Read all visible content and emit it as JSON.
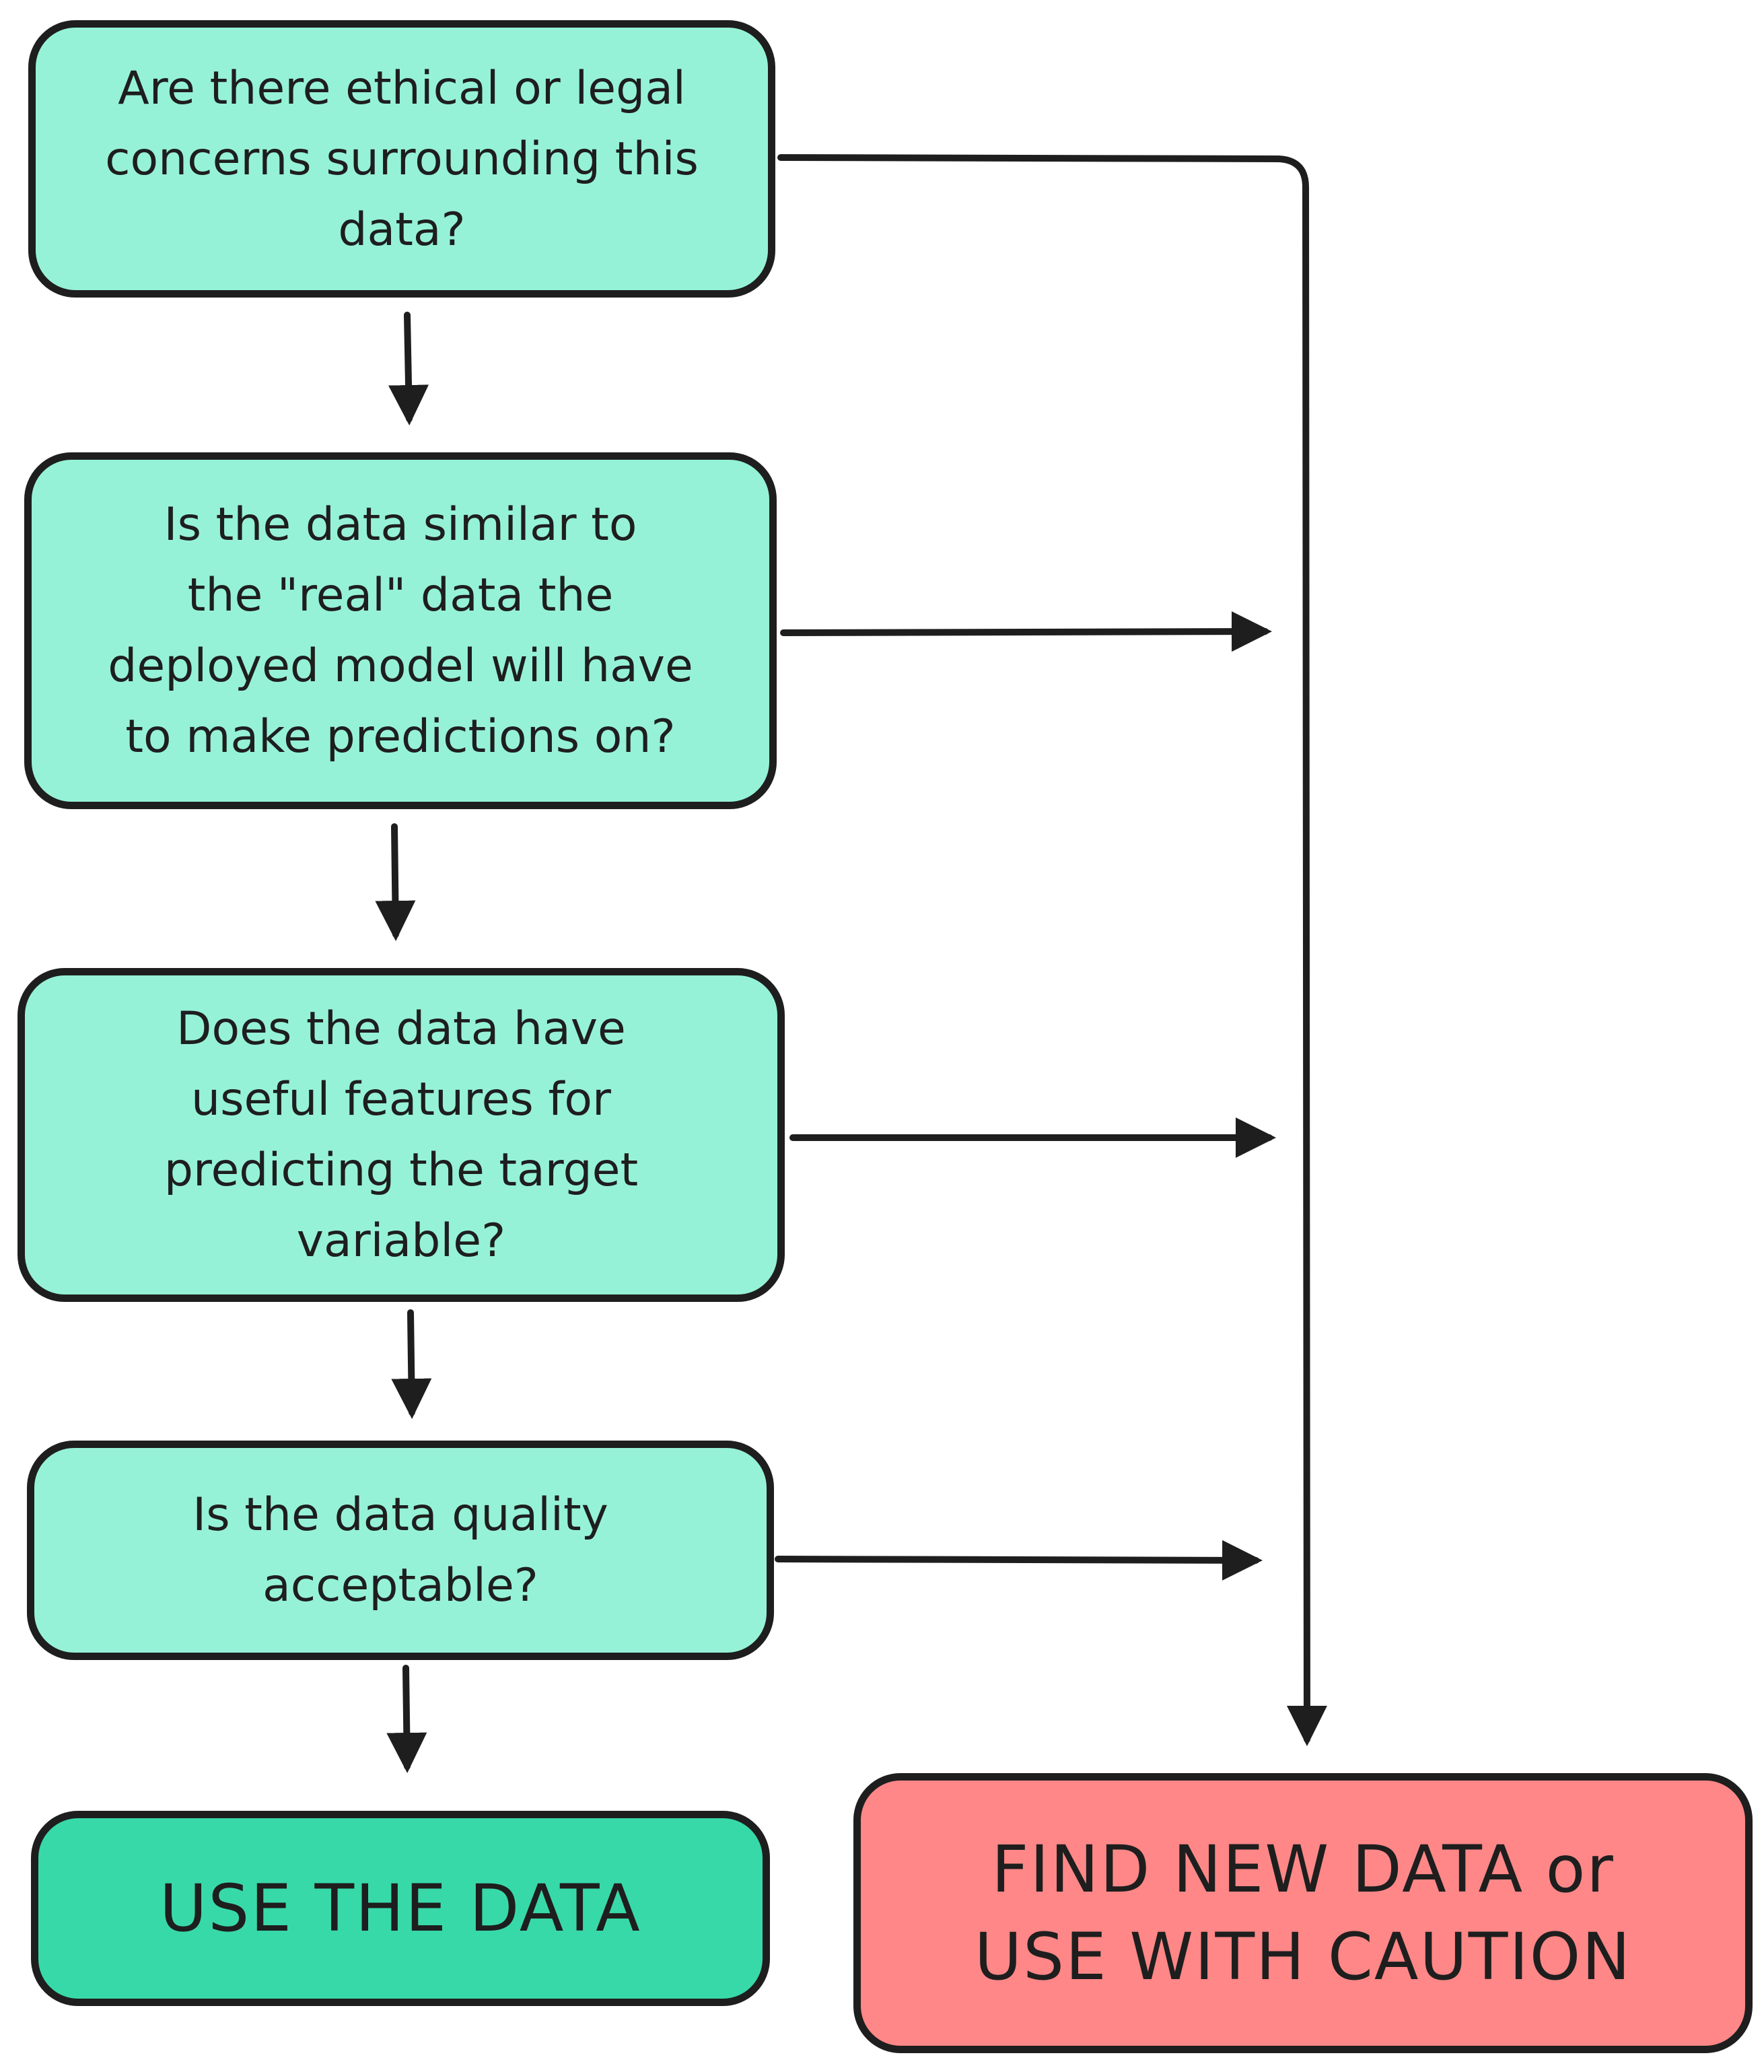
{
  "diagram": {
    "colors": {
      "question_fill": "#96f2d7",
      "use_fill": "#38d9a9",
      "find_fill": "#ff8787",
      "stroke": "#1e1e1e"
    },
    "questions": [
      "Are there ethical or legal\nconcerns surrounding this\ndata?",
      "Is the data similar to\nthe \"real\" data the\ndeployed model will have\nto make predictions on?",
      "Does the data have\nuseful features for\npredicting the target\nvariable?",
      "Is the data quality\nacceptable?"
    ],
    "use_label": "USE THE DATA",
    "find_label": "FIND NEW DATA or\nUSE WITH CAUTION"
  }
}
